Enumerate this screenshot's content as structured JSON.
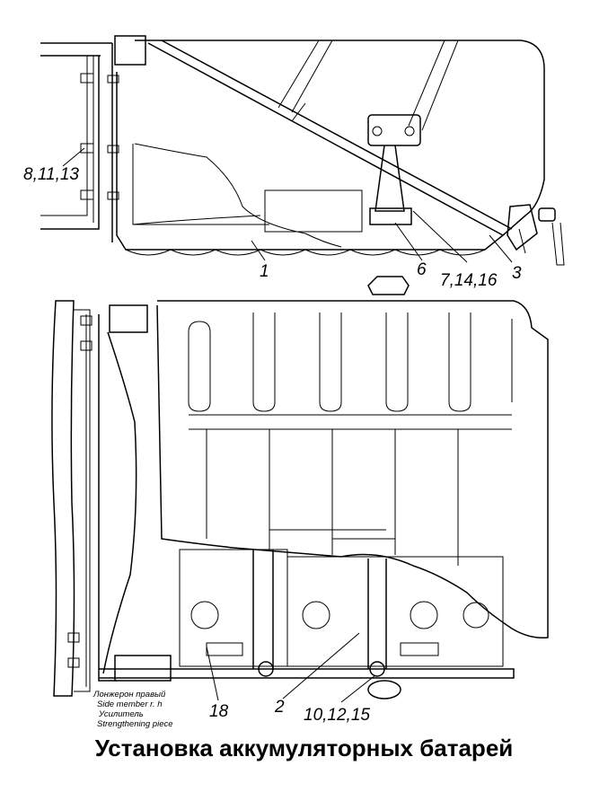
{
  "callouts": {
    "c1": "1",
    "c2": "2",
    "c3": "3",
    "c6": "6",
    "c18": "18",
    "c7_14_16": "7,14,16",
    "c8_11_13": "8,11,13",
    "c10_12_15": "10,12,15"
  },
  "labels": {
    "side_member_ru": "Лонжерон правый",
    "side_member_en": "Side member r. h",
    "strengthening_ru": "Усилитель",
    "strengthening_en": "Strengthening piece"
  },
  "caption": "Установка аккумуляторных батарей"
}
